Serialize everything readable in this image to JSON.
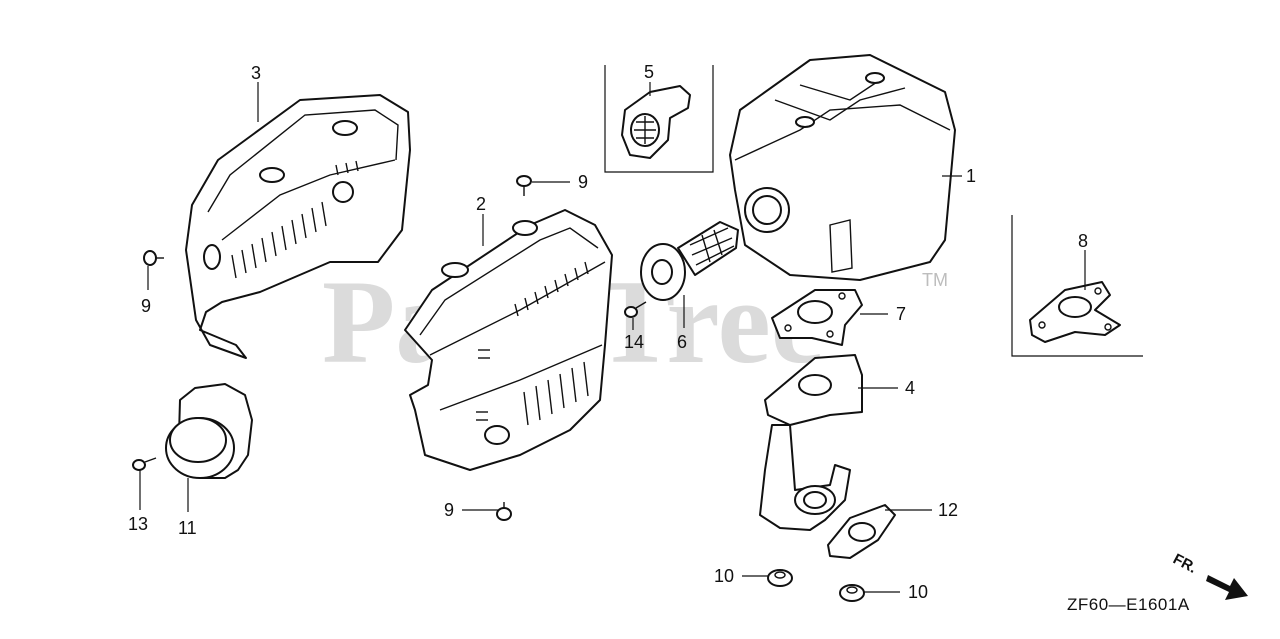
{
  "watermark": {
    "brand": "PartsTree",
    "trademark": "TM"
  },
  "diagram_code": "ZF60—E1601A",
  "direction_label": "FR.",
  "callouts": {
    "c1": "1",
    "c2": "2",
    "c3": "3",
    "c4": "4",
    "c5": "5",
    "c6": "6",
    "c7": "7",
    "c8": "8",
    "c9a": "9",
    "c9b": "9",
    "c9c": "9",
    "c10a": "10",
    "c10b": "10",
    "c11": "11",
    "c12": "12",
    "c13": "13",
    "c14": "14"
  }
}
